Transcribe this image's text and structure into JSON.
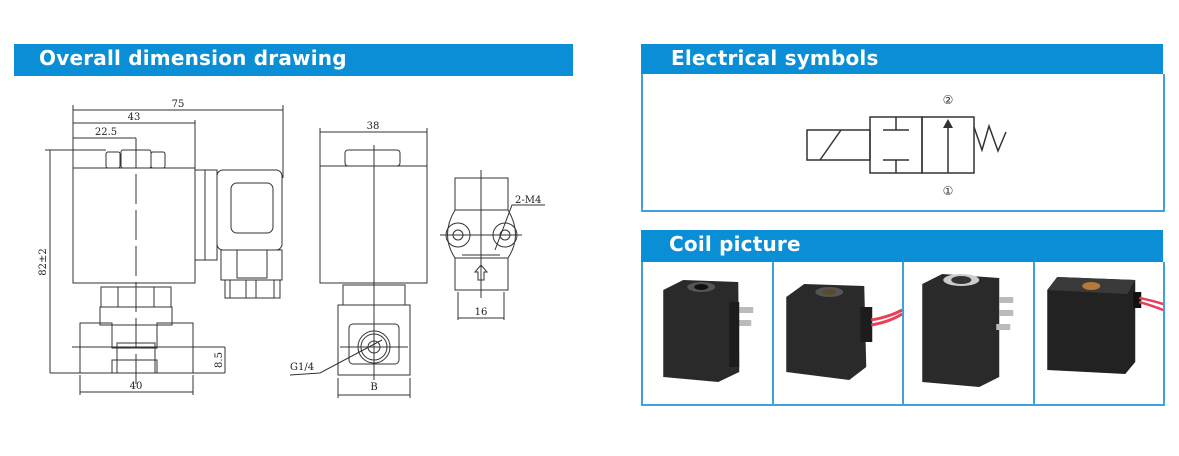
{
  "sections": {
    "dimension": {
      "title": "Overall dimension drawing",
      "labels": {
        "width_total": "75",
        "width_mid": "43",
        "width_center": "22.5",
        "height": "82±2",
        "base_width": "40",
        "port_height": "8.5",
        "side_width": "38",
        "thread": "G1/4",
        "side_base": "B",
        "mount_holes": "2-M4",
        "bottom_width": "16"
      }
    },
    "electrical": {
      "title": "Electrical symbols",
      "port_top": "②",
      "port_bottom": "①"
    },
    "coil": {
      "title": "Coil picture",
      "items": [
        {
          "name": "coil-1",
          "variant": "spade-terminals",
          "wire": false
        },
        {
          "name": "coil-2",
          "variant": "wire-lead",
          "wire": true
        },
        {
          "name": "coil-3",
          "variant": "spade-terminals-3",
          "wire": false
        },
        {
          "name": "coil-4",
          "variant": "flat-top-wire",
          "wire": true
        }
      ]
    }
  },
  "colors": {
    "header_blue": "#0a8fd6",
    "border_blue": "#3ea3dc",
    "coil_body": "#2a2a2a",
    "wire_red": "#e8405a"
  }
}
